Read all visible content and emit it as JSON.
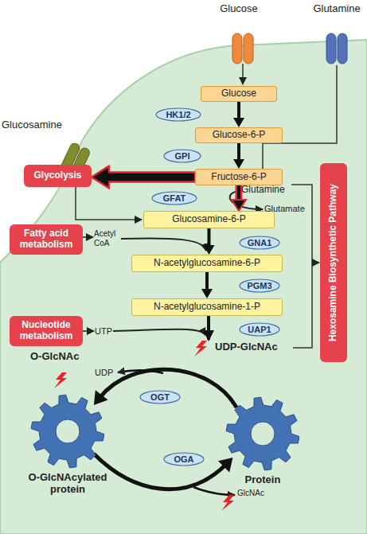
{
  "diagram": {
    "nodes": [
      {
        "text": [
          "Glucose"
        ]
      },
      {
        "text": [
          "HK1/2"
        ]
      },
      {
        "text": [
          "Glucose-6-P"
        ]
      },
      {
        "text": [
          "GPI"
        ]
      },
      {
        "text": [
          "Fructose-6-P"
        ]
      },
      {
        "text": [
          "Glycolysis"
        ]
      },
      {
        "text": [
          "GFAT"
        ]
      },
      {
        "text": [
          "Glucosamine-6-P"
        ]
      },
      {
        "text": [
          "Fatty acid metabolism"
        ]
      },
      {
        "text": [
          "GNA1"
        ]
      },
      {
        "text": [
          "N-acetylglucosamine-6-P"
        ]
      },
      {
        "text": [
          "PGM3"
        ]
      },
      {
        "text": [
          "N-acetylglucosamine-1-P"
        ]
      },
      {
        "text": [
          "Nucleotide metabolism"
        ]
      },
      {
        "text": [
          "UAP1"
        ]
      },
      {
        "text": [
          "Hexosamine Biosynthetic Pathway"
        ]
      },
      {
        "text": [
          "OGT"
        ]
      },
      {
        "text": [
          "O-GlcNAcylated protein"
        ]
      },
      {
        "text": [
          "OGA"
        ]
      },
      {
        "text": [
          "Protein"
        ]
      }
    ],
    "edges": [
      {
        "from": 0,
        "to": 2,
        "arrow": "to"
      },
      {
        "from": 2,
        "to": 4,
        "arrow": "to"
      },
      {
        "from": 4,
        "to": 5,
        "arrow": "to"
      },
      {
        "from": 4,
        "to": 7,
        "arrow": "to"
      },
      {
        "from": 7,
        "to": 10,
        "arrow": "to"
      },
      {
        "from": 10,
        "to": 12,
        "arrow": "to"
      },
      {
        "from": 19,
        "to": 17,
        "arrow": "to"
      },
      {
        "from": 17,
        "to": 19,
        "arrow": "to"
      }
    ],
    "labels": [
      "Glucose",
      "Glutamine",
      "Glucosamine",
      "Glutamine",
      "Glutamate",
      "Acetyl CoA",
      "UTP",
      "UDP-GlcNAc",
      "O-GlcNAc",
      "UDP",
      "GlcNAc"
    ]
  }
}
